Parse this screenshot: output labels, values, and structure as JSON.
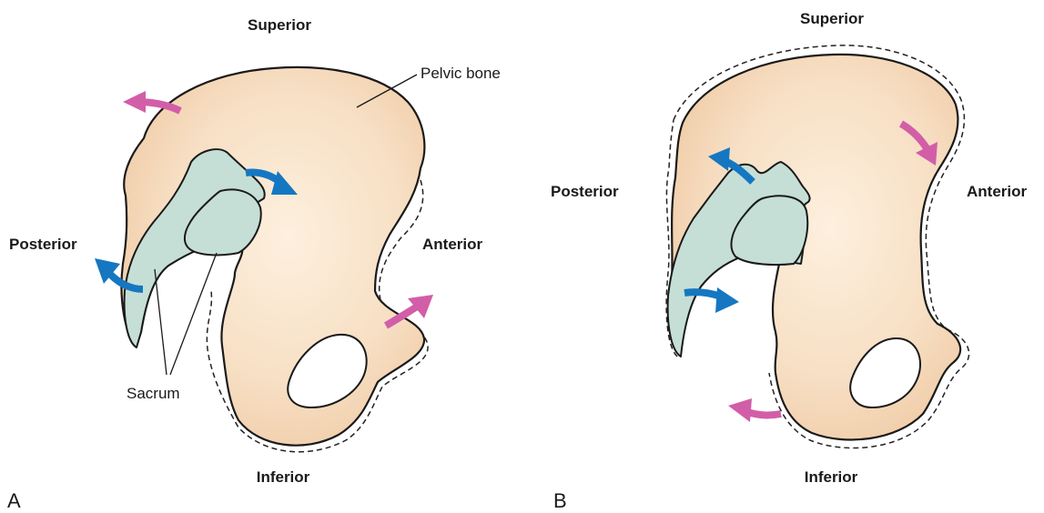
{
  "panel_a": {
    "letter": "A",
    "superior": "Superior",
    "inferior": "Inferior",
    "posterior": "Posterior",
    "anterior": "Anterior",
    "pelvic_bone": "Pelvic bone",
    "sacrum": "Sacrum"
  },
  "panel_b": {
    "letter": "B",
    "superior": "Superior",
    "inferior": "Inferior",
    "posterior": "Posterior",
    "anterior": "Anterior"
  },
  "colors": {
    "bone_fill": "#f6dcc0",
    "sacrum_fill": "#c6dfd6",
    "blue_arrow": "#1577c2",
    "pink_arrow": "#d25ea8"
  }
}
